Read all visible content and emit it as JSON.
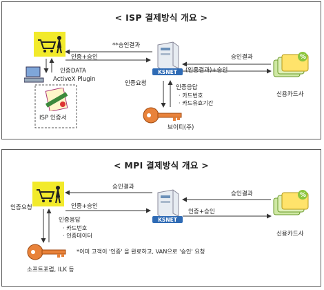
{
  "isp": {
    "title": "< ISP 결제방식 개요 >",
    "labels": {
      "approval_result_stars": "**승인결과",
      "auth_approve_left": "인증+승인",
      "auth_data": "인증DATA",
      "activex": "ActiveX Plugin",
      "approval_result_right": "승인결과",
      "ksnet_result": "(인증결과)+승인",
      "auth_request": "인증요청",
      "auth_response": "인증응답",
      "card_number": "· 카드번호",
      "card_expiry": "· 카드유효기간",
      "card_company": "신용카드사",
      "isp_cert": "ISP 인증서",
      "bpay": "브이피(주)"
    },
    "ksnet_badge": "KSNET"
  },
  "mpi": {
    "title": "< MPI 결제방식 개요 >",
    "labels": {
      "approval_result_left": "승인결과",
      "approval_result_right": "승인결과",
      "auth_request": "인증요청",
      "auth_approve_left": "인증+승인",
      "auth_approve_right": "인증+승인",
      "auth_response": "인증응답",
      "card_number": "· 카드번호",
      "auth_data": "· 인증데이터",
      "note": "*이미 고객이 '인증' 을 완료하고, VAN으로 '승인' 요청",
      "card_company": "신용카드사",
      "vendors": "소프트포럼, ILK 등"
    },
    "ksnet_badge": "KSNET"
  },
  "colors": {
    "cart_bg": "#f2ea2b",
    "card_green": "#8cc63f",
    "card_yellow": "#ffe36b",
    "key_orange": "#e8823a",
    "ksnet_blue": "#2f6bb5"
  }
}
